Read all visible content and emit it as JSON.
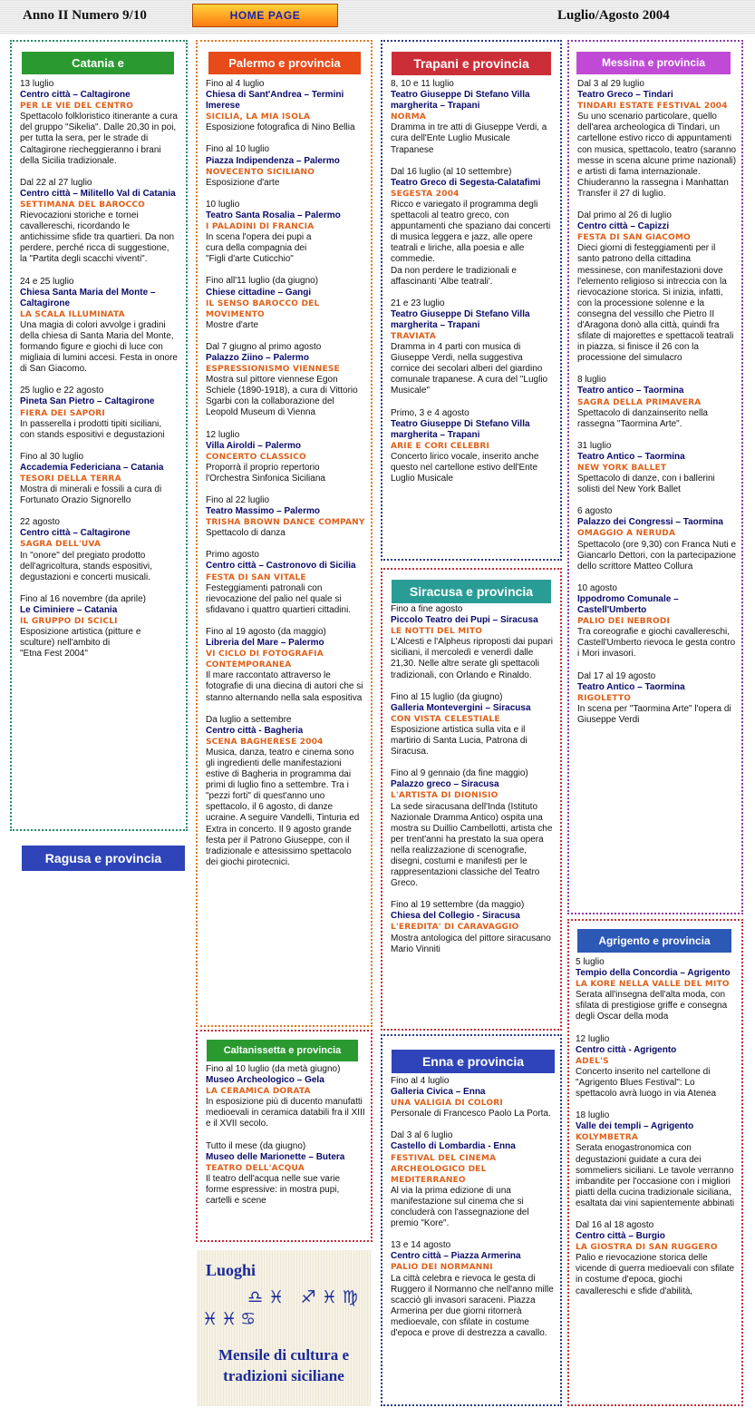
{
  "header": {
    "issue": "Anno II Numero 9/10",
    "home_button": "HOME PAGE",
    "date": "Luglio/Agosto 2004"
  },
  "catania": {
    "title": "Catania e",
    "events": [
      {
        "d": "13 luglio",
        "v": "Centro città – Caltagirone",
        "t": "PER LE VIE DEL CENTRO",
        "x": "Spettacolo folkloristico itinerante a cura del gruppo \"Sikelia\". Dalle 20,30 in poi, per tutta la sera, per le strade di Caltagirone riecheggieranno i  brani della Sicilia tradizionale."
      },
      {
        "d": "Dal 22 al 27 luglio",
        "v": "Centro città – Militello Val di Catania",
        "t": "SETTIMANA DEL BAROCCO",
        "x": "Rievocazioni storiche e tornei cavallereschi, ricordando le antichissime sfide tra quartieri. Da non perdere, perché ricca di suggestione, la \"Partita degli scacchi viventi\"."
      },
      {
        "d": "24 e 25 luglio",
        "v": "Chiesa Santa Maria del Monte – Caltagirone",
        "t": "LA SCALA ILLUMINATA",
        "x": "Una magia di colori avvolge i gradini della chiesa di Santa Maria del Monte, formando figure e giochi di luce con migliaia di lumini accesi. Festa in onore di San Giacomo."
      },
      {
        "d": "25 luglio e 22 agosto",
        "v": "Pineta San Pietro – Caltagirone",
        "t": "FIERA DEI SAPORI",
        "x": "In passerella i prodotti tipiti siciliani, con stands espositivi e degustazioni"
      },
      {
        "d": "Fino al 30 luglio",
        "v": "Accademia Federiciana – Catania",
        "t": "TESORI DELLA TERRA",
        "x": "Mostra di minerali e fossili a cura di Fortunato Orazio Signorello"
      },
      {
        "d": "22 agosto",
        "v": "Centro città – Caltagirone",
        "t": "SAGRA DELL'UVA",
        "x": "In \"onore\" del pregiato prodotto dell'agricoltura, stands espositivi, degustazioni e concerti musicali."
      },
      {
        "d": "Fino al 16 novembre (da aprile)",
        "v": "Le Ciminiere – Catania",
        "t": "IL GRUPPO DI SCICLI",
        "x": "Esposizione artistica (pitture e sculture) nell'ambito di\n \"Etna Fest 2004\""
      }
    ]
  },
  "ragusa": {
    "title": "Ragusa e provincia"
  },
  "palermo": {
    "title": "Palermo e provincia",
    "events": [
      {
        "d": "Fino al 4 luglio",
        "v": "Chiesa di Sant'Andrea – Termini Imerese",
        "t": "SICILIA, LA MIA ISOLA",
        "x": "Esposizione fotografica di Nino Bellia"
      },
      {
        "d": "Fino al 10 luglio",
        "v": "Piazza Indipendenza – Palermo",
        "t": "NOVECENTO SICILIANO",
        "x": "Esposizione d'arte"
      },
      {
        "d": "10 luglio",
        "v": "Teatro Santa Rosalia – Palermo",
        "t": "I PALADINI DI FRANCIA",
        "x": "In scena l'opera dei pupi a\n cura della compagnia dei\n\"Figli d'arte Cuticchio\""
      },
      {
        "d": "Fino all'11 luglio (da giugno)",
        "v": "Chiese cittadine – Gangi",
        "t": "IL SENSO BAROCCO DEL MOVIMENTO",
        "x": "Mostre d'arte"
      },
      {
        "d": "Dal 7 giugno al primo agosto",
        "v": "Palazzo Ziino – Palermo",
        "t": "ESPRESSIONISMO VIENNESE",
        "x": "Mostra sul pittore viennese Egon Schiele (1890-1918), a cura di Vittorio Sgarbi con la collaborazione del Leopold Museum di Vienna"
      },
      {
        "d": "12 luglio",
        "v": "Villa Airoldi – Palermo",
        "t": "CONCERTO CLASSICO",
        "x": "Proporrà il proprio repertorio l'Orchestra Sinfonica Siciliana"
      },
      {
        "d": "Fino al 22 luglio",
        "v": "Teatro Massimo – Palermo",
        "t": "TRISHA BROWN DANCE COMPANY",
        "x": "Spettacolo di danza"
      },
      {
        "d": "Primo agosto",
        "v": "Centro città – Castronovo di Sicilia",
        "t": "FESTA DI SAN VITALE",
        "x": "Festeggiamenti patronali con rievocazione del palio nel quale si sfidavano i quattro quartieri cittadini."
      },
      {
        "d": "Fino al 19 agosto (da maggio)",
        "v": "Libreria del Mare – Palermo",
        "t": "VI CICLO DI FOTOGRAFIA CONTEMPORANEA",
        "x": "Il mare raccontato attraverso le fotografie di una diecina di autori che si stanno alternando nella sala espositiva"
      },
      {
        "d": "Da luglio a  settembre",
        "v": "Centro città - Bagheria",
        "t": "SCENA BAGHERESE 2004",
        "x": "Musica, danza, teatro e cinema sono gli ingredienti delle manifestazioni estive di Bagheria in programma dai primi di luglio fino a settembre. Tra i \"pezzi forti\" di quest'anno uno spettacolo, il 6 agosto, di danze ucraine. A seguire Vandelli, Tinturia ed Extra in concerto. Il 9 agosto grande festa per il Patrono Giuseppe, con il tradizionale e attesissimo spettacolo dei giochi pirotecnici."
      }
    ]
  },
  "caltanissetta": {
    "title": "Caltanissetta e provincia",
    "events": [
      {
        "d": "Fino al 10 luglio (da metà giugno)",
        "v": "Museo Archeologico – Gela",
        "t": "LA CERAMICA DORATA",
        "x": "In esposizione più di ducento manufatti medioevali in ceramica databili fra il XIII e il XVII secolo."
      },
      {
        "d": "Tutto il mese (da giugno)",
        "v": "Museo delle Marionette – Butera",
        "t": "TEATRO DELL'ACQUA",
        "x": "Il teatro dell'acqua nelle sue varie forme espressive: in mostra pupi, cartelli e scene"
      }
    ]
  },
  "logo": {
    "line1": "Luoghi",
    "line2": "♎♓ ♐♓♍",
    "line3": "♓♓♋",
    "line4": "Mensile di cultura e tradizioni siciliane"
  },
  "trapani": {
    "title": "Trapani e provincia",
    "events": [
      {
        "d": "8, 10 e 11 luglio",
        "v": "Teatro Giuseppe Di Stefano Villa margherita – Trapani",
        "t": "NORMA",
        "x": "Dramma in tre atti di Giuseppe Verdi, a cura dell'Ente Luglio Musicale Trapanese"
      },
      {
        "d": "Dal 16 luglio (al 10 settembre)",
        "v": "Teatro Greco di Segesta-Calatafimi",
        "t": "SEGESTA 2004",
        "x": "Ricco e variegato il programma degli spettacoli al teatro greco, con appuntamenti che spaziano dai concerti di musica leggera e  jazz, alle opere teatrali e liriche, alla poesia e alle commedie.\nDa non perdere le tradizionali e affascinanti 'Albe teatrali'."
      },
      {
        "d": "21 e 23 luglio",
        "v": "Teatro Giuseppe Di Stefano Villa margherita – Trapani",
        "t": "TRAVIATA",
        "x": "Dramma in 4 parti con musica di Giuseppe Verdi, nella suggestiva cornice dei secolari alberi del giardino comunale trapanese. A cura del \"Luglio Musicale\""
      },
      {
        "d": "Primo, 3 e 4 agosto",
        "v": "Teatro Giuseppe Di Stefano Villa margherita – Trapani",
        "t": "ARIE E CORI CELEBRI",
        "x": "Concerto lirico vocale, inserito anche questo nel cartellone estivo dell'Ente Luglio Musicale"
      }
    ]
  },
  "siracusa": {
    "title": "Siracusa e provincia",
    "events": [
      {
        "d": "Fino a fine agosto",
        "v": "Piccolo Teatro dei Pupi – Siracusa",
        "t": "LE NOTTI DEL MITO",
        "x": "L'Alcesti e l'Alpheus riproposti dai pupari siciliani, il mercoledì e venerdì dalle 21,30. Nelle altre serate gli spettacoli tradizionali, con Orlando e Rinaldo."
      },
      {
        "d": "Fino al 15 luglio (da giugno)",
        "v": "Galleria Montevergini – Siracusa",
        "t": "CON VISTA CELESTIALE",
        "x": "Esposizione artistica sulla vita e il martirio di Santa Lucia, Patrona di Siracusa."
      },
      {
        "d": "Fino al 9 gennaio (da fine maggio)",
        "v": "Palazzo greco – Siracusa",
        "t": "L'ARTISTA DI DIONISIO",
        "x": "La sede siracusana dell'Inda (Istituto Nazionale Dramma Antico) ospita una mostra su Duillio Cambellotti, artista che per trent'anni ha prestato la sua opera nella realizzazione  di scenografie, disegni,  costumi e manifesti per le rappresentazioni classiche del Teatro Greco."
      },
      {
        "d": "Fino al 19 settembre (da maggio)",
        "v": "Chiesa del Collegio - Siracusa",
        "t": "L'EREDITA' DI CARAVAGGIO",
        "x": "Mostra antologica del pittore siracusano Mario Vinniti"
      }
    ]
  },
  "enna": {
    "title": "Enna e provincia",
    "events": [
      {
        "d": "Fino al 4 luglio",
        "v": "Galleria Civica – Enna",
        "t": "UNA VALIGIA DI COLORI",
        "x": "Personale di Francesco Paolo La Porta."
      },
      {
        "d": "Dal 3 al 6 luglio",
        "v": "Castello di Lombardia - Enna",
        "t": "FESTIVAL DEL CINEMA ARCHEOLOGICO DEL MEDITERRANEO",
        "x": "Al via la prima edizione di una manifestazione sul cinema che si concluderà con l'assegnazione del premio \"Kore\"."
      },
      {
        "d": "13 e 14 agosto",
        "v": "Centro città – Piazza Armerina",
        "t": "PALIO DEI NORMANNI",
        "x": "La città celebra e rievoca le gesta di Ruggero il Normanno che nell'anno mille scacciò gli invasori saraceni. Piazza Armerina per due giorni ritornerà medioevale, con sfilate in costume d'epoca e prove di destrezza a cavallo."
      }
    ]
  },
  "messina": {
    "title": "Messina e provincia",
    "events": [
      {
        "d": "Dal 3 al 29 luglio",
        "v": "Teatro Greco – Tindari",
        "t": "TINDARI ESTATE FESTIVAL 2004",
        "x": "Su uno scenario particolare, quello dell'area archeologica di Tindari, un cartellone estivo ricco di appuntamenti con musica, spettacolo, teatro (saranno messe in scena alcune prime nazionali) e artisti di fama internazionale. Chiuderanno la rassegna i Manhattan Transfer il 27 di luglio."
      },
      {
        "d": "Dal primo al 26 di luglio",
        "v": "Centro città – Capizzi",
        "t": "FESTA DI SAN GIACOMO",
        "x": "Dieci giorni di festeggiamenti per il santo patrono della cittadina messinese, con manifestazioni dove l'elemento religioso si intreccia con la rievocazione storica. Si inizia, infatti, con la processione solenne e la consegna del vessillo che Pietro II d'Aragona donò alla città, quindi fra sfilate di majorettes  e spettacoli teatrali in piazza, si finisce il 26 con la processione del simulacro"
      },
      {
        "d": "8 luglio",
        "v": "Teatro antico – Taormina",
        "t": "SAGRA DELLA PRIMAVERA",
        "x": "Spettacolo di danzainserito nella rassegna \"Taormina Arte\"."
      },
      {
        "d": "31 luglio",
        "v": "Teatro Antico – Taormina",
        "t": "NEW YORK BALLET",
        "x": "Spettacolo di danze, con i ballerini solisti del New York Ballet"
      },
      {
        "d": "6 agosto",
        "v": "Palazzo dei Congressi – Taormina",
        "t": "OMAGGIO A NERUDA",
        "x": "Spettacolo (ore 9,30) con Franca Nuti e Giancarlo Dettori, con la partecipazione dello scrittore Matteo Collura"
      },
      {
        "d": "10 agosto",
        "v": "Ippodromo Comunale – Castell'Umberto",
        "t": "PALIO DEI NEBRODI",
        "x": "Tra coreografie e giochi cavallereschi, Castell'Umberto rievoca le gesta contro i Mori invasori."
      },
      {
        "d": "Dal 17 al 19 agosto",
        "v": "Teatro Antico – Taormina",
        "t": "RIGOLETTO",
        "x": "In scena per \"Taormina Arte\" l'opera di Giuseppe Verdi"
      }
    ]
  },
  "agrigento": {
    "title": "Agrigento e provincia",
    "events": [
      {
        "d": "5 luglio",
        "v": "Tempio della Concordia – Agrigento",
        "t": "LA KORE NELLA VALLE DEL MITO",
        "x": "Serata all'insegna dell'alta moda, con sfilata di prestigiose griffe e consegna degli Oscar della moda"
      },
      {
        "d": "12 luglio",
        "v": "Centro città - Agrigento",
        "t": "ADEL'S",
        "x": "Concerto inserito nel cartellone di \"Agrigento Blues Festival\": Lo spettacolo avrà luogo in via Atenea"
      },
      {
        "d": "18 luglio",
        "v": "Valle dei templi – Agrigento",
        "t": "KOLYMBETRA",
        "x": "Serata enogastronomica con degustazioni guidate a cura dei sommeliers siciliani. Le tavole verranno imbandite per l'occasione con i migliori piatti della cucina tradizionale siciliana, esaltata dai vini sapientemente abbinati"
      },
      {
        "d": "Dal 16 al 18 agosto",
        "v": "Centro città – Burgio",
        "t": "LA GIOSTRA DI SAN RUGGERO",
        "x": "Palio e rievocazione storica delle vicende di guerra medioevali con sfilate in costume d'epoca, giochi cavallereschi e sfide d'abilità,"
      }
    ]
  }
}
